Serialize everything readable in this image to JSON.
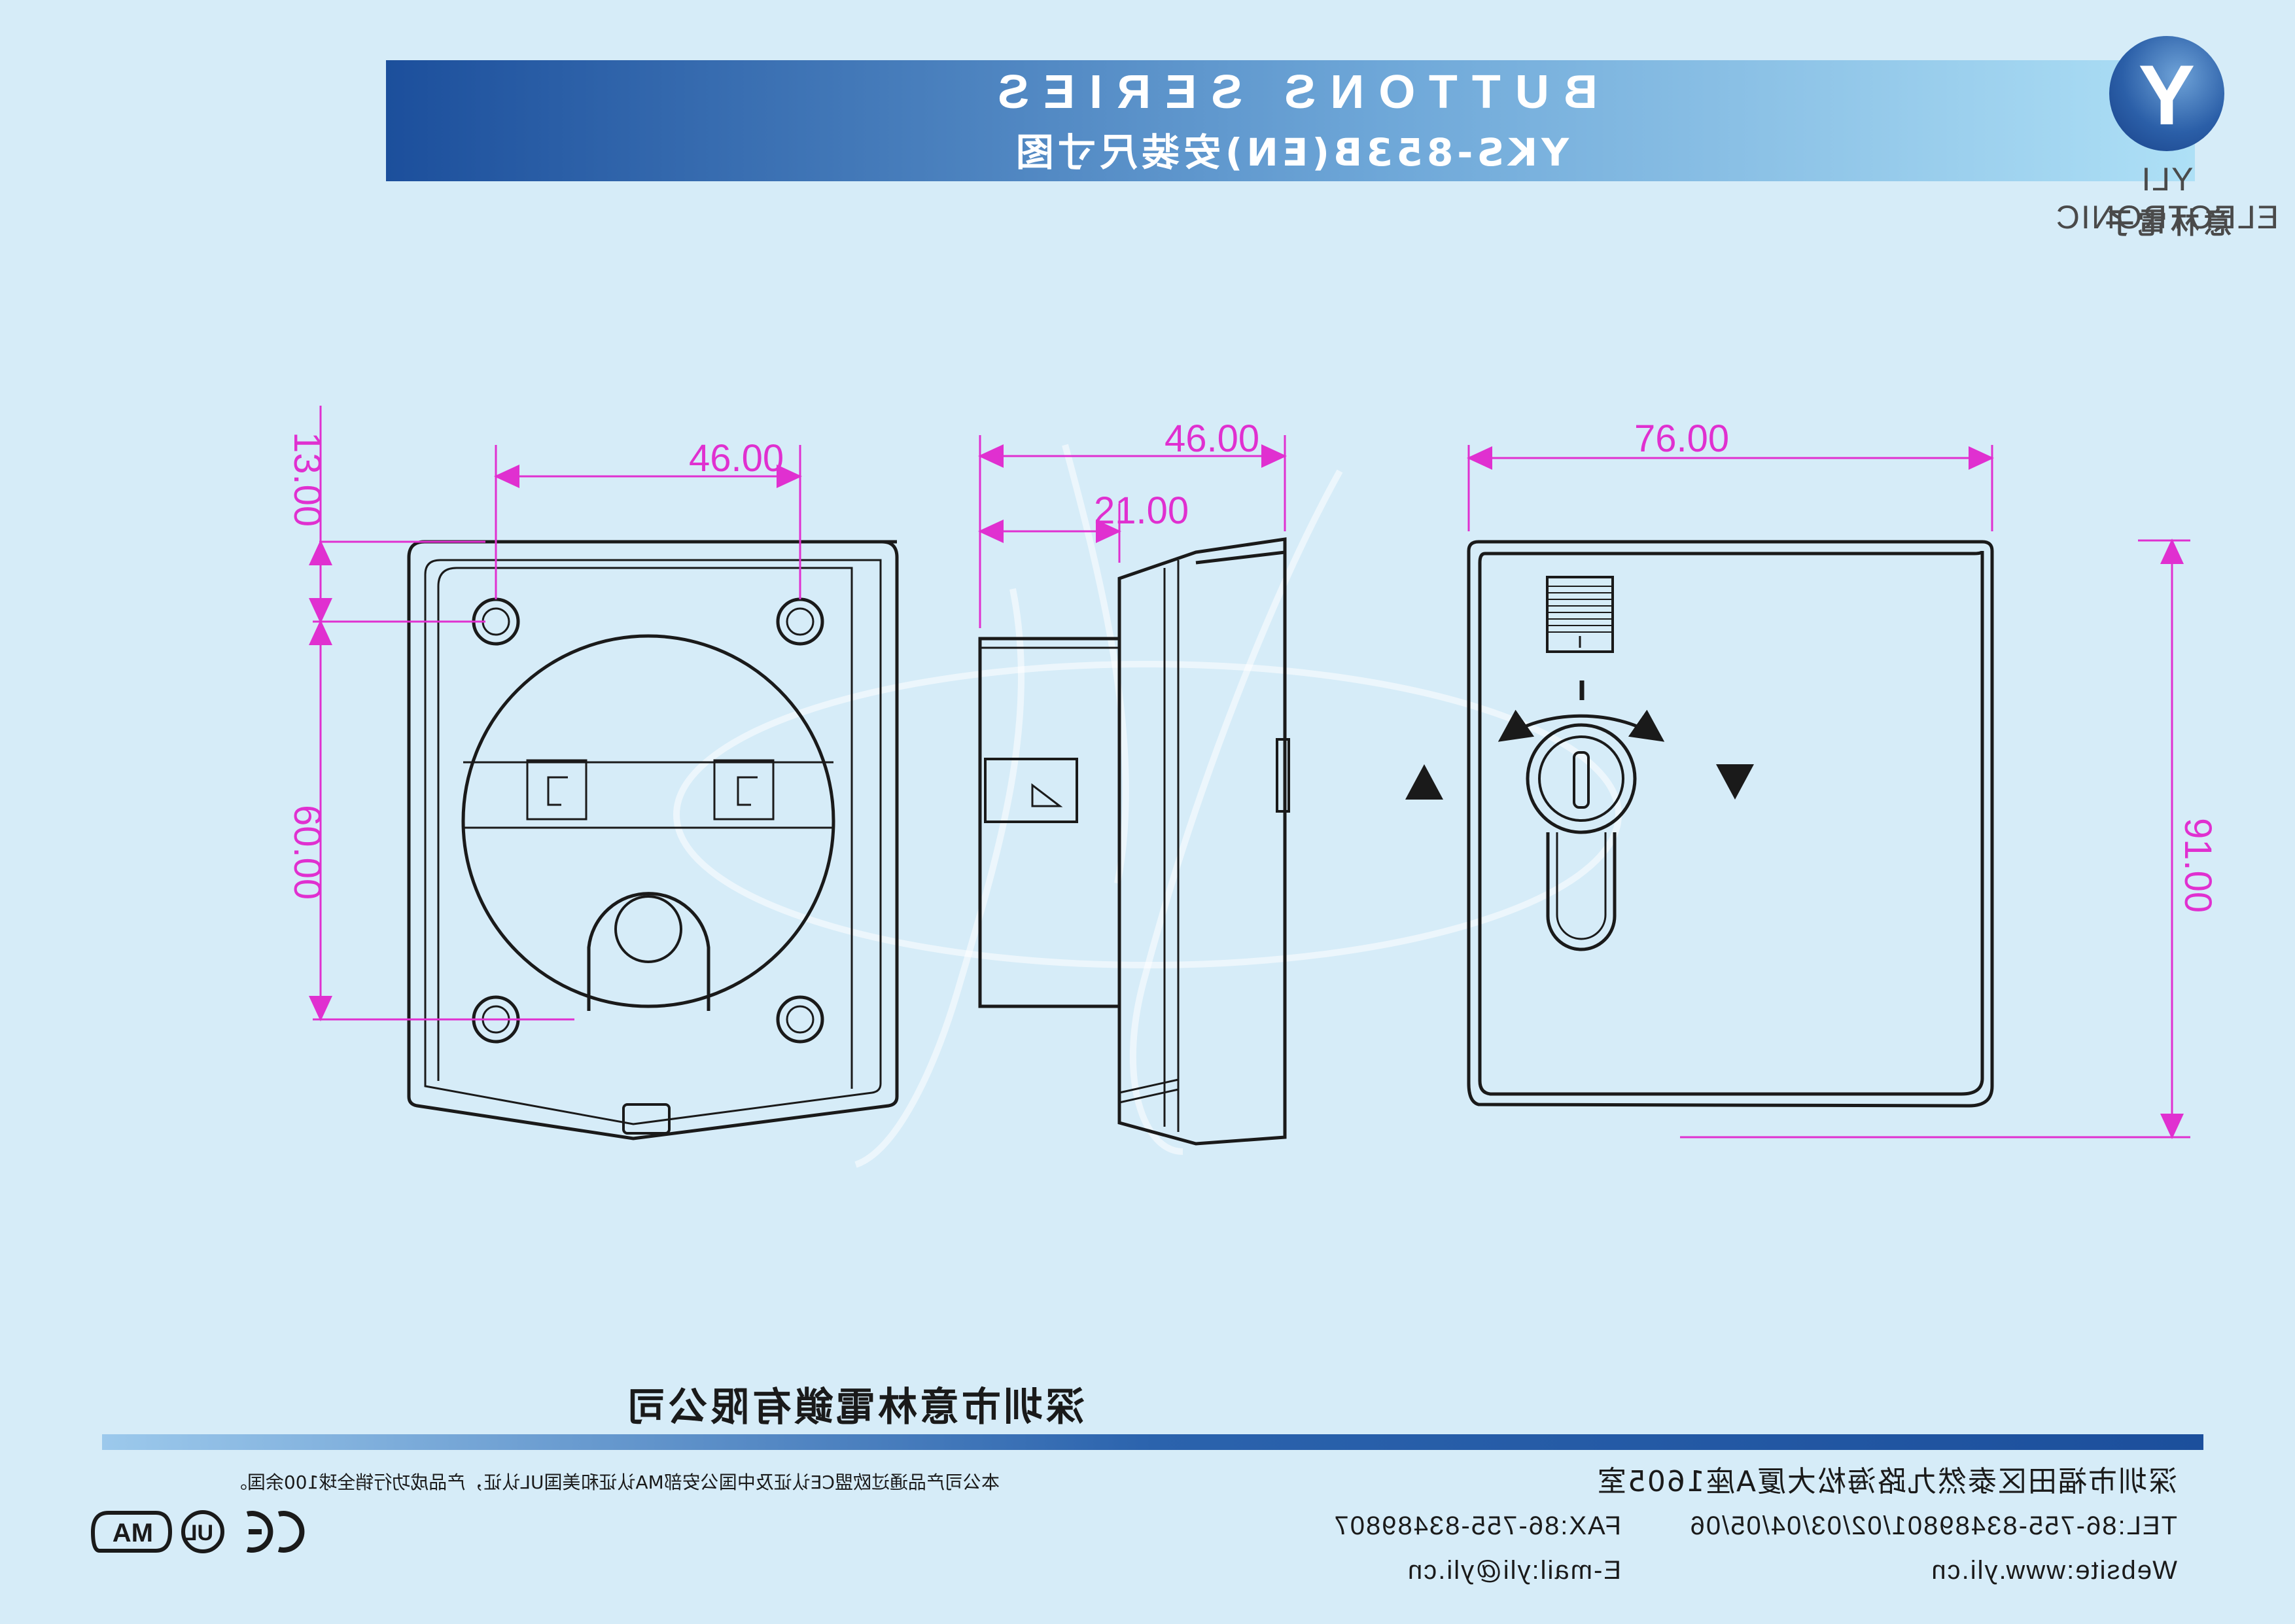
{
  "header": {
    "series_title": "BUTTONS SERIES",
    "model_title": "YKS-853B(EN)安装尺寸图"
  },
  "logo": {
    "mark": "Y",
    "brand_en": "YLI ELECTRONIC",
    "brand_cn": "意林電子"
  },
  "dimensions": {
    "back_view": {
      "top_width": "46.00",
      "top_offset": "13.00",
      "hole_spacing": "60.00"
    },
    "side_view": {
      "depth": "46.00",
      "body_depth": "21.00"
    },
    "front_view": {
      "width": "76.00",
      "height": "91.00"
    }
  },
  "footer": {
    "company": "深圳市意林電鎖有限公司",
    "address": "深圳市福田区泰然九路海松大厦A座1605室",
    "tel": "TEL:86-755-83489801/02/03/04/05/06",
    "fax": "FAX:86-755-83489807",
    "website": "Website:www.yli.cn",
    "email": "E-mail:yli@yli.cn",
    "certification": "本公司产品通过欧盟CE认证及中国公安部MA认证和美国UL认证，产品成功行销全球100余国。",
    "marks": [
      "CE",
      "UL",
      "MA"
    ]
  },
  "colors": {
    "dimension": "#e030d0",
    "banner_dark": "#1c4f9c",
    "banner_light": "#aee0f6",
    "background": "#d6ecf8"
  }
}
